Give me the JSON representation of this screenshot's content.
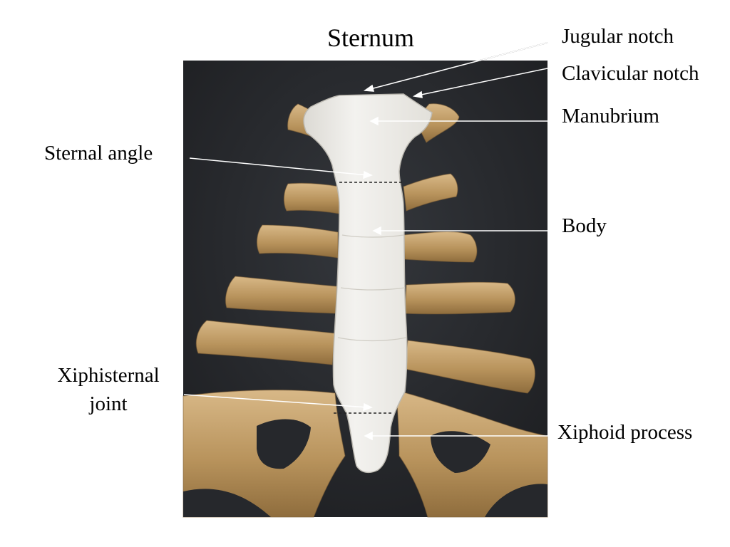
{
  "title": "Sternum",
  "labels": {
    "jugular_notch": "Jugular notch",
    "clavicular_notch": "Clavicular notch",
    "manubrium": "Manubrium",
    "sternal_angle": "Sternal angle",
    "body": "Body",
    "xiphisternal_joint_line1": "Xiphisternal",
    "xiphisternal_joint_line2": "joint",
    "xiphoid_process": "Xiphoid process"
  },
  "colors": {
    "background": "#ffffff",
    "photo_backdrop": "#25272b",
    "bone": "#eeedea",
    "cartilage": "#c09a62",
    "leader_line": "#ffffff",
    "text": "#000000"
  }
}
